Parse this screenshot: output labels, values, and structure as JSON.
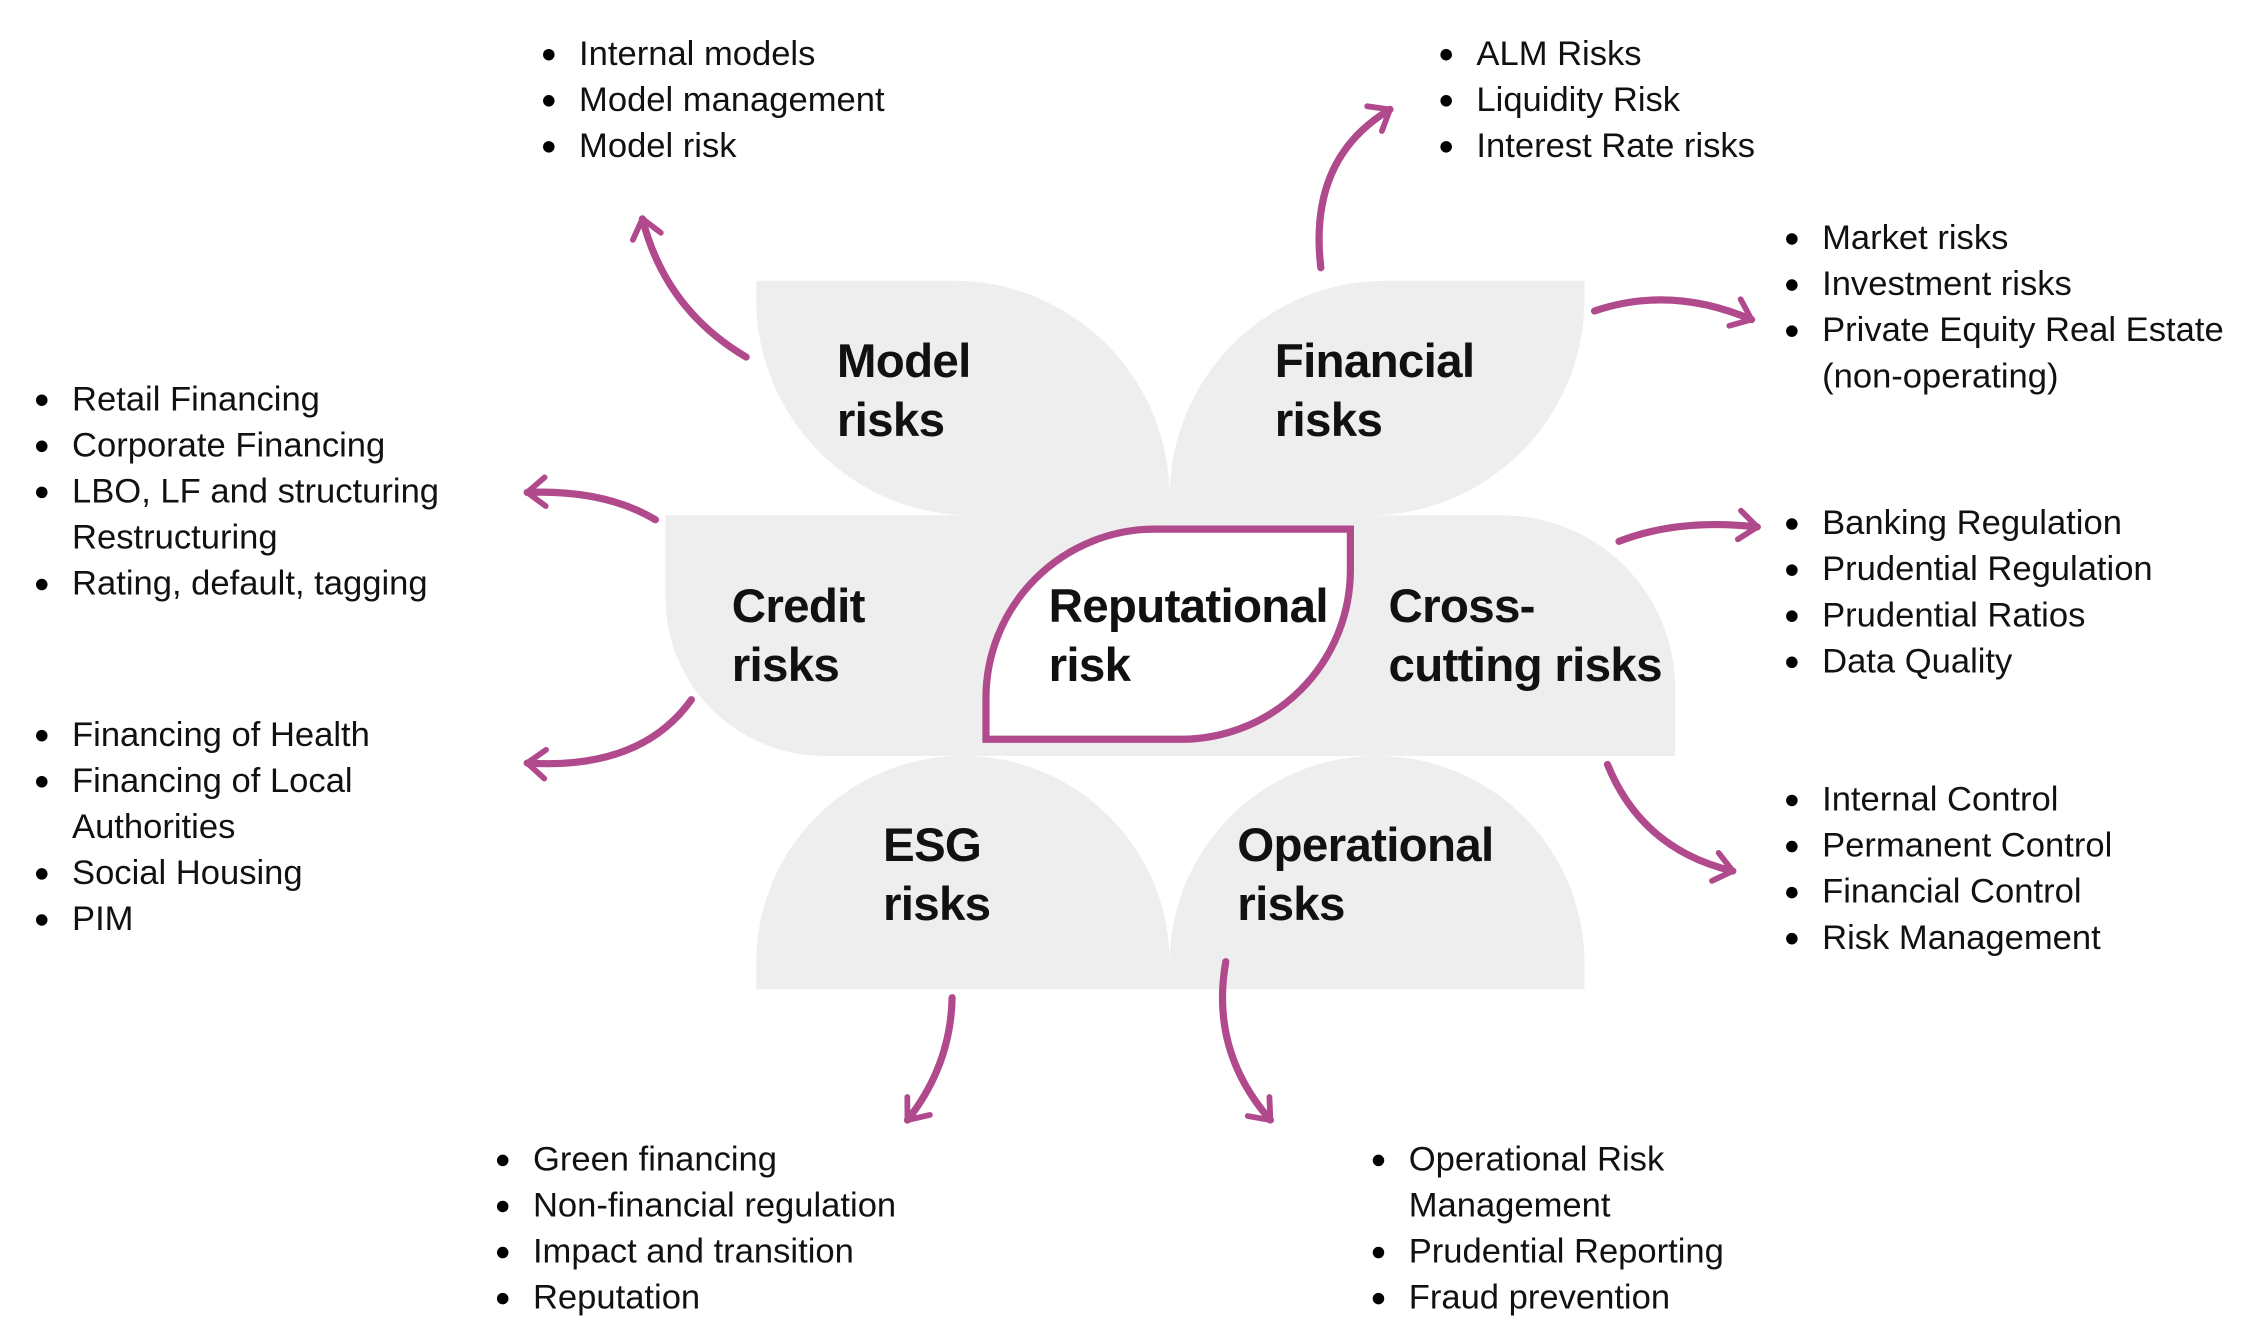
{
  "colors": {
    "accent": "#b04a8c",
    "petal": "#eeeeee",
    "text": "#111111"
  },
  "center": {
    "line1": "Reputational",
    "line2": "risk"
  },
  "categories": {
    "model": {
      "line1": "Model",
      "line2": "risks",
      "items": [
        [
          "Internal models"
        ],
        [
          "Model management"
        ],
        [
          "Model risk"
        ]
      ]
    },
    "financial": {
      "line1": "Financial",
      "line2": "risks",
      "items_top": [
        [
          "ALM Risks"
        ],
        [
          "Liquidity Risk"
        ],
        [
          "Interest Rate risks"
        ]
      ],
      "items_right": [
        [
          "Market risks"
        ],
        [
          "Investment risks"
        ],
        [
          "Private Equity Real Estate",
          "(non-operating)"
        ]
      ]
    },
    "credit": {
      "line1": "Credit",
      "line2": "risks",
      "items_top": [
        [
          "Retail Financing"
        ],
        [
          "Corporate Financing"
        ],
        [
          "LBO, LF and structuring",
          "Restructuring"
        ],
        [
          "Rating, default, tagging"
        ]
      ],
      "items_bottom": [
        [
          "Financing of Health"
        ],
        [
          "Financing of Local",
          "Authorities"
        ],
        [
          "Social Housing"
        ],
        [
          "PIM"
        ]
      ]
    },
    "cross": {
      "line1": "Cross-",
      "line2": "cutting risks",
      "items": [
        [
          "Banking Regulation"
        ],
        [
          "Prudential Regulation"
        ],
        [
          "Prudential Ratios"
        ],
        [
          "Data Quality"
        ]
      ]
    },
    "esg": {
      "line1": "ESG",
      "line2": "risks",
      "items": [
        [
          "Green financing"
        ],
        [
          "Non-financial regulation"
        ],
        [
          "Impact and transition"
        ],
        [
          "Reputation"
        ]
      ]
    },
    "operational": {
      "line1": "Operational",
      "line2": "risks",
      "items_right": [
        [
          "Internal Control"
        ],
        [
          "Permanent Control"
        ],
        [
          "Financial Control"
        ],
        [
          "Risk Management"
        ]
      ],
      "items_bottom": [
        [
          "Operational Risk",
          "Management"
        ],
        [
          "Prudential Reporting"
        ],
        [
          "Fraud prevention"
        ]
      ]
    }
  }
}
